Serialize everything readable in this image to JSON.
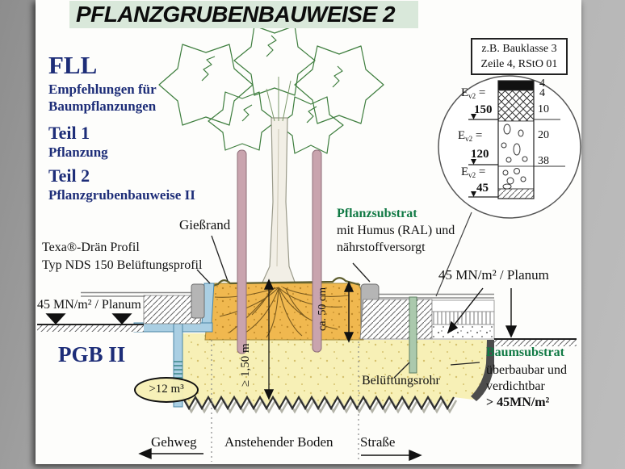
{
  "title": "PFLANZGRUBENBAUWEISE 2",
  "left_panel": {
    "org": "FLL",
    "org_line1": "Empfehlungen für",
    "org_line2": "Baumpflanzungen",
    "part1": "Teil 1",
    "part1_sub": "Pflanzung",
    "part2": "Teil 2",
    "part2_sub": "Pflanzgrubenbauweise II",
    "pgb": "PGB II"
  },
  "inset": {
    "note_line1": "z.B. Bauklasse 3",
    "note_line2": "Zeile 4, RStO 01",
    "e_symbol": "E",
    "e_sub": "v2",
    "equals": "=",
    "values": [
      "150",
      "120",
      "45"
    ],
    "depths": [
      "4",
      "4",
      "10",
      "20",
      "38"
    ]
  },
  "diagram_labels": {
    "giessrand": "Gießrand",
    "pflanzsubstrat_title": "Pflanzsubstrat",
    "pflanzsubstrat_line2": "mit Humus (RAL) und",
    "pflanzsubstrat_line3": "nährstoffversorgt",
    "texa_line1": "Texa®-Drän Profil",
    "texa_line2": "Typ NDS 150 Belüftungsprofil",
    "planum_left": "45 MN/m² / Planum",
    "planum_right": "45 MN/m² / Planum",
    "dim_depth": "ca. 50 cm",
    "dim_height": "≥ 1,50 m",
    "volume": ">12 m³",
    "belueftungsrohr": "Belüftungsrohr",
    "baumsubstrat_title": "Baumsubstrat",
    "baumsubstrat_line2": "überbaubar und",
    "baumsubstrat_line3": "verdichtbar",
    "baumsubstrat_line4": "> 45MN/m²",
    "gehweg": "Gehweg",
    "boden": "Anstehender Boden",
    "strasse": "Straße"
  },
  "colors": {
    "navy_text": "#1d2d78",
    "green_text": "#117a45",
    "title_band": "#d9e8da",
    "rootball_orange": "#f0b84f",
    "substrate_yellow": "#f7f0b6",
    "drain_blue": "#aacfe3",
    "stake_pink": "#c9a4ae",
    "tube_green": "#abc9ad"
  }
}
